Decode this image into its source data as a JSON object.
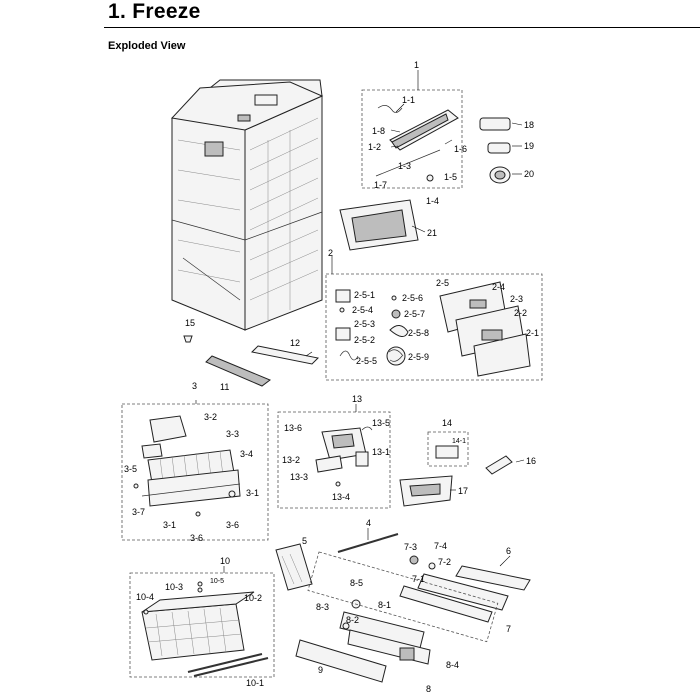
{
  "header": {
    "title": "1.  Freeze",
    "subtitle": "Exploded View"
  },
  "callouts": {
    "c1": "1",
    "c1_1": "1-1",
    "c1_8": "1-8",
    "c1_2": "1-2",
    "c1_3": "1-3",
    "c1_6": "1-6",
    "c1_5": "1-5",
    "c1_7": "1-7",
    "c1_4": "1-4",
    "c18": "18",
    "c19": "19",
    "c20": "20",
    "c21": "21",
    "c2": "2",
    "c2_5": "2-5",
    "c2_5_1": "2-5-1",
    "c2_5_6": "2-5-6",
    "c2_5_4": "2-5-4",
    "c2_5_7": "2-5-7",
    "c2_5_3": "2-5-3",
    "c2_5_8": "2-5-8",
    "c2_5_2": "2-5-2",
    "c2_5_5": "2-5-5",
    "c2_5_9": "2-5-9",
    "c2_4": "2-4",
    "c2_3": "2-3",
    "c2_2": "2-2",
    "c2_1": "2-1",
    "c15": "15",
    "c12": "12",
    "c11": "11",
    "c3": "3",
    "c3_2": "3-2",
    "c3_3": "3-3",
    "c3_4": "3-4",
    "c3_5": "3-5",
    "c3_7": "3-7",
    "c3_1a": "3-1",
    "c3_1b": "3-1",
    "c3_6a": "3-6",
    "c3_6b": "3-6",
    "c13": "13",
    "c13_6": "13-6",
    "c13_5": "13-5",
    "c13_1": "13-1",
    "c13_2": "13-2",
    "c13_3": "13-3",
    "c13_4": "13-4",
    "c14": "14",
    "c14_1": "14-1",
    "c16": "16",
    "c17": "17",
    "c4": "4",
    "c5": "5",
    "c6": "6",
    "c7_3": "7-3",
    "c7_4": "7-4",
    "c7_2": "7-2",
    "c7_1": "7-1",
    "c7": "7",
    "c8_5": "8-5",
    "c8_1": "8-1",
    "c8_3": "8-3",
    "c8_2": "8-2",
    "c8_4": "8-4",
    "c8": "8",
    "c9": "9",
    "c10": "10",
    "c10_3": "10-3",
    "c10_5": "10-5",
    "c10_4": "10-4",
    "c10_2": "10-2",
    "c10_1": "10-1"
  }
}
